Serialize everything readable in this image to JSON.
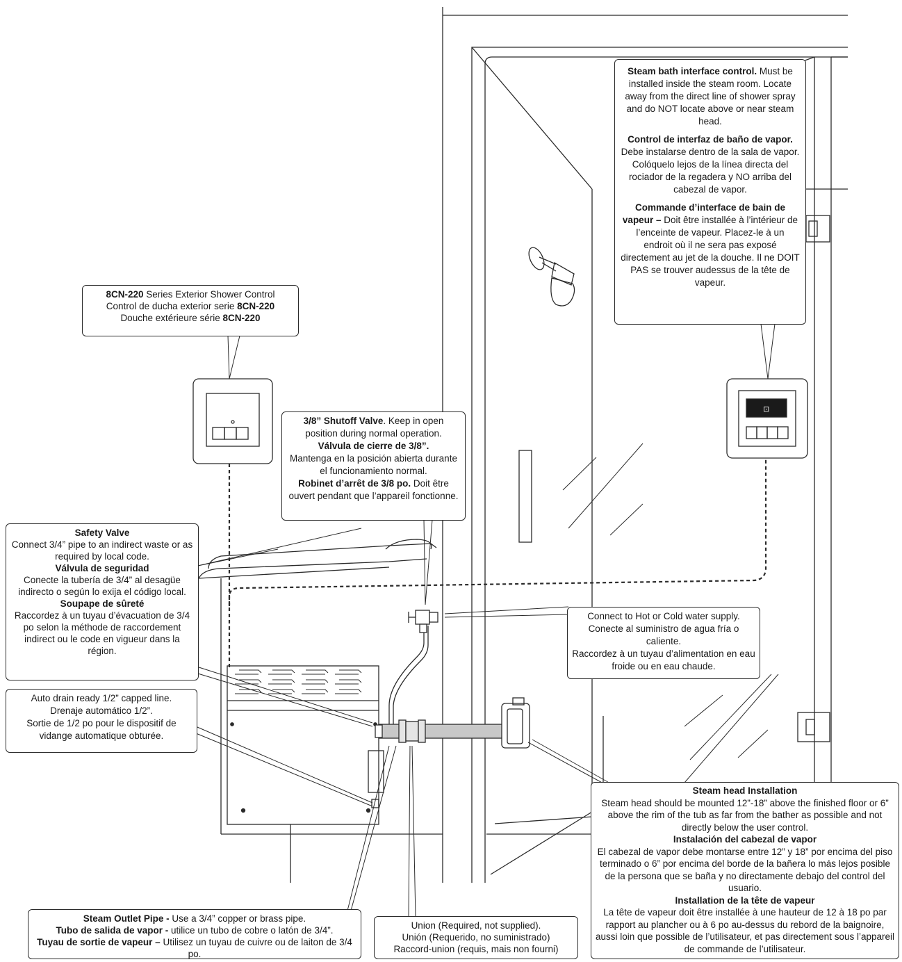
{
  "colors": {
    "line": "#2b2b2b",
    "pipe": "#c8c8c8",
    "panel": "#ffffff"
  },
  "icons": {
    "shower_head": "shower-head-icon",
    "interface_control": "steam-interface-control-icon",
    "exterior_control": "exterior-shower-control-icon",
    "steam_head": "steam-head-icon",
    "shutoff_valve": "shutoff-valve-icon"
  },
  "callouts": {
    "exterior_control": {
      "l1_bold": "8CN-220",
      "l1_text": " Series Exterior Shower Control",
      "l2_text": "Control de ducha exterior serie ",
      "l2_bold": "8CN-220",
      "l3_text": "Douche extérieure série ",
      "l3_bold": "8CN-220"
    },
    "interface_control": {
      "en_bold": "Steam bath interface control.",
      "en_text": " Must be installed inside the steam room. Locate away from the direct line of shower spray and do NOT locate above or near steam head.",
      "es_bold": "Control de interfaz de baño de vapor.",
      "es_text": " Debe instalarse dentro de la sala de vapor. Colóquelo lejos de la línea directa del rociador de la regadera y NO arriba del cabezal de vapor.",
      "fr_bold": "Commande d’interface de bain de vapeur –",
      "fr_text": " Doit être installée à l’intérieur de l’enceinte de vapeur. Placez-le à un endroit où il ne sera pas exposé directement au jet de la douche. Il ne DOIT PAS se trouver audessus de la tête de vapeur."
    },
    "shutoff_valve": {
      "en_bold": "3/8” Shutoff Valve",
      "en_text": ". Keep in open position during normal operation.",
      "es_bold": "Válvula de cierre de 3/8”.",
      "es_text": "Mantenga en la posición abierta durante el funcionamiento normal.",
      "fr_bold": "Robinet d’arrêt de 3/8 po.",
      "fr_text": " Doit être ouvert pendant que l’appareil fonctionne."
    },
    "safety_valve": {
      "en_title": "Safety Valve",
      "en_text": "Connect 3/4” pipe to an indirect waste or as required by local code.",
      "es_title": "Válvula de seguridad",
      "es_text": "Conecte la tubería de 3/4” al desagüe indirecto o según lo exija el código local.",
      "fr_title": "Soupape de sûreté",
      "fr_text": "Raccordez à un tuyau d’évacuation de 3/4 po selon la méthode de raccordement indirect ou le code en vigueur dans la région."
    },
    "water_supply": {
      "en": "Connect to Hot or Cold water supply.",
      "es": "Conecte al suministro de agua fría o caliente.",
      "fr": "Raccordez à un tuyau d’alimentation en eau froide ou en eau chaude."
    },
    "auto_drain": {
      "en": "Auto drain ready 1/2” capped line.",
      "es": "Drenaje automático 1/2”.",
      "fr": "Sortie de 1/2 po pour le dispositif de vidange automatique obturée."
    },
    "steam_head": {
      "en_title": "Steam head Installation",
      "en_text": "Steam head should be mounted 12”-18” above the finished floor or 6” above the rim of the tub as far from the bather as possible and not directly below the user control.",
      "es_title": "Instalación del cabezal de vapor",
      "es_text": "El cabezal de vapor debe montarse entre 12” y 18” por encima del piso terminado o 6” por encima del borde de la bañera lo más lejos posible de la persona que se baña y no directamente debajo del control del usuario.",
      "fr_title": "Installation de la tête de vapeur",
      "fr_text": "La tête de vapeur doit être installée à une hauteur de 12 à 18 po par rapport au plancher ou à 6 po au-dessus du rebord de la baignoire, aussi loin que possible de l’utilisateur, et pas directement sous l’appareil de commande de l’utilisateur."
    },
    "outlet_pipe": {
      "en_bold": "Steam Outlet Pipe -",
      "en_text": " Use a 3/4” copper or brass pipe.",
      "es_bold": "Tubo de salida de vapor -",
      "es_text": " utilice un tubo de cobre o latón de 3/4”.",
      "fr_bold": "Tuyau de sortie de vapeur –",
      "fr_text": " Utilisez un tuyau de cuivre ou de laiton de 3/4 po."
    },
    "union": {
      "en": "Union (Required, not supplied).",
      "es": "Unión (Requerido, no suministrado)",
      "fr": "Raccord-union (requis, mais non fourni)"
    }
  }
}
